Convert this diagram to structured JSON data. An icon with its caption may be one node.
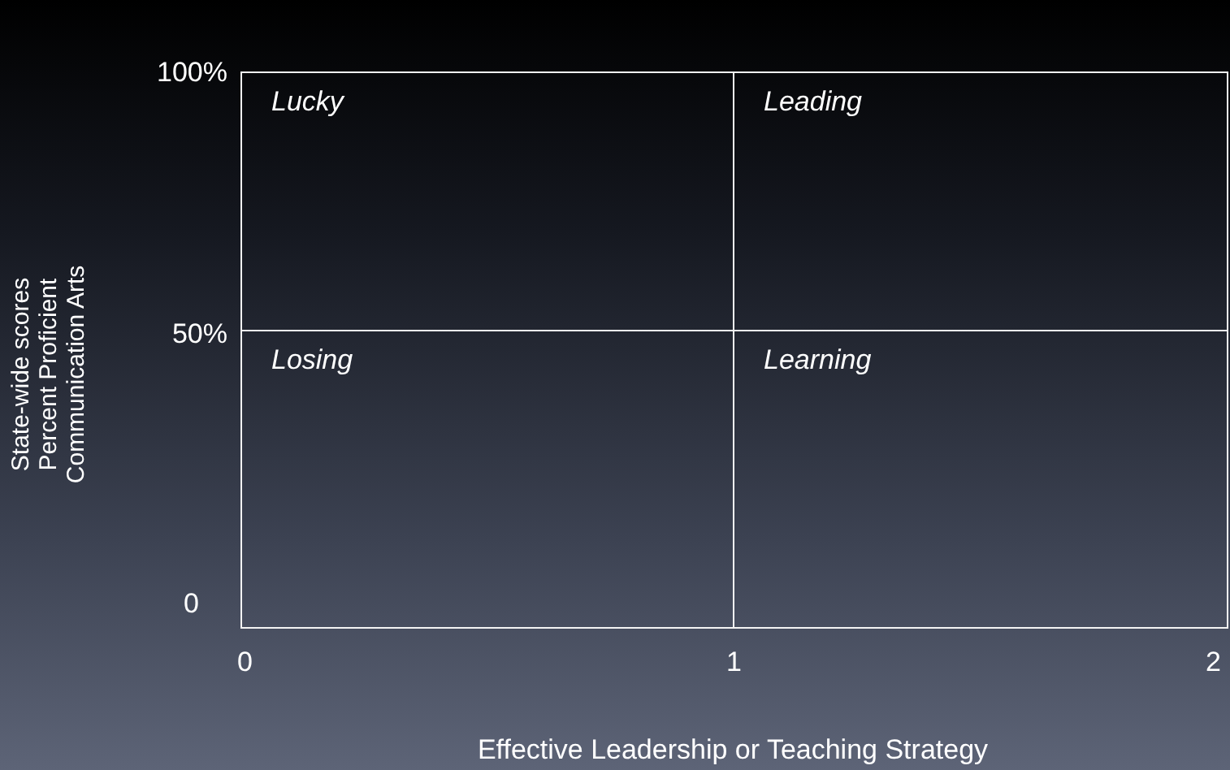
{
  "diagram": {
    "nodes": [
      {
        "text": [
          "Lucky"
        ]
      },
      {
        "text": [
          "Leading"
        ]
      },
      {
        "text": [
          "Losing"
        ]
      },
      {
        "text": [
          "Learning"
        ]
      }
    ],
    "labels": [
      "100%",
      "50%",
      "0",
      "State-wide scores Percent Proficient Communication Arts",
      "0",
      "1",
      "2",
      "Effective Leadership or Teaching Strategy"
    ]
  }
}
